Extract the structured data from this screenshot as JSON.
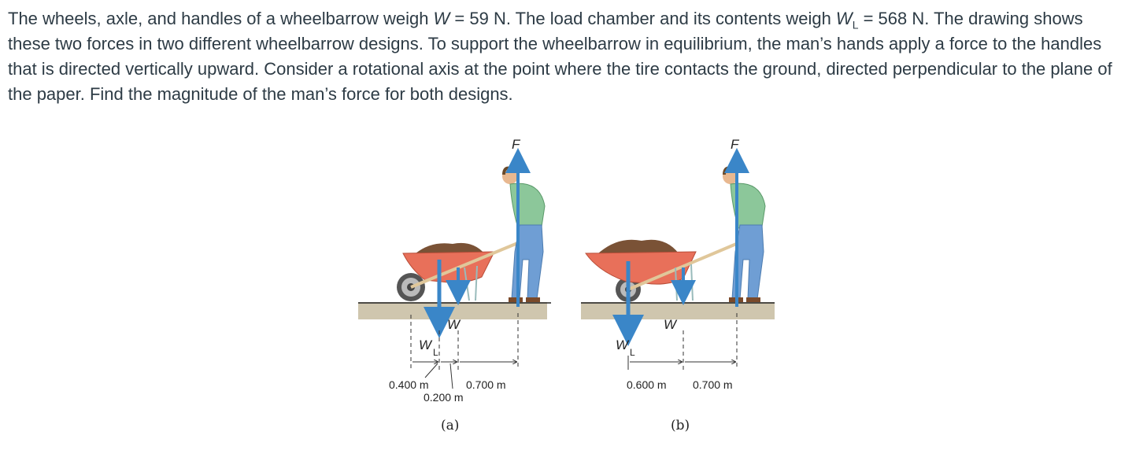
{
  "problem": {
    "seg1": "The wheels, axle, and handles of a wheelbarrow weigh ",
    "w_sym": "W",
    "seg2": " = 59 N. The load chamber and its contents weigh ",
    "wl_sym": "W",
    "wl_sub": "L",
    "seg3": " = 568 N. The drawing shows these two forces in two different wheelbarrow designs. To support the wheelbarrow in equilibrium, the man’s hands apply a force to the handles that is directed vertically upward. Consider a rotational axis at the point where the tire contacts the ground, directed perpendicular to the plane of the paper. Find the magnitude of the man’s force for both designs."
  },
  "figure": {
    "a": {
      "force_label": "F",
      "w_label": "W",
      "wl_label": "W",
      "wl_sub": "L",
      "dim_1": "0.400 m",
      "dim_2": "0.700 m",
      "dim_3": "0.200 m",
      "caption": "(a)"
    },
    "b": {
      "force_label": "F",
      "w_label": "W",
      "wl_label": "W",
      "wl_sub": "L",
      "dim_1": "0.600 m",
      "dim_2": "0.700 m",
      "caption": "(b)"
    }
  },
  "colors": {
    "text": "#2d3b45",
    "arrow": "#3a86c8",
    "tray": "#e8705a",
    "ground": "#c9bfa7",
    "shirt": "#8cc79a",
    "pants": "#6f9ed4"
  }
}
